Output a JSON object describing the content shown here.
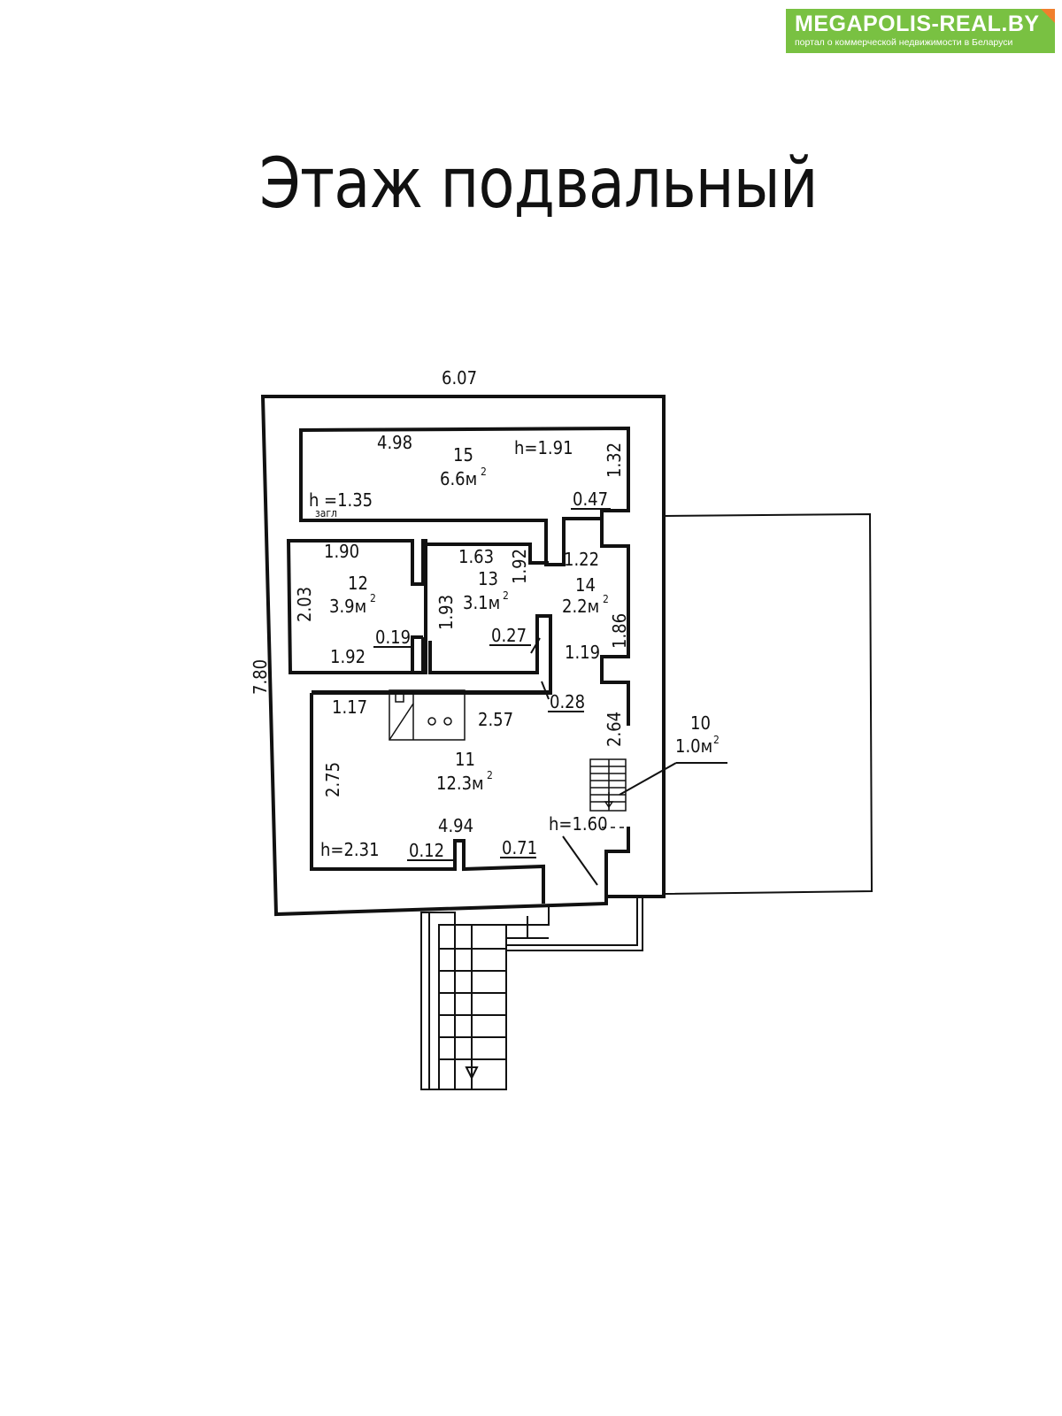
{
  "logo": {
    "brand": "MEGAPOLIS-REAL.BY",
    "tagline": "портал о коммерческой недвижимости в Беларуси",
    "colors": {
      "background": "#79c142",
      "corner": "#f07f2d",
      "text": "#ffffff"
    }
  },
  "title": "Этаж подвальный",
  "plan": {
    "overall": {
      "width": "6.07",
      "height": "7.80"
    },
    "rooms": [
      {
        "number": "15",
        "area": "6.6м",
        "height": "h=1.91",
        "sub_height_label": "h",
        "sub_height_value": "=1.35",
        "sub_height_note": "загл"
      },
      {
        "number": "12",
        "area": "3.9м"
      },
      {
        "number": "13",
        "area": "3.1м"
      },
      {
        "number": "14",
        "area": "2.2м"
      },
      {
        "number": "11",
        "area": "12.3м",
        "heights": [
          "h=2.31",
          "h=1.60"
        ]
      },
      {
        "number": "10",
        "area": "1.0м"
      }
    ],
    "area_unit_superscript": "2",
    "dimensions": {
      "r15_top": "4.98",
      "r15_right": "1.32",
      "r15_door": "0.47",
      "r12_top": "1.90",
      "r12_left": "2.03",
      "r12_bottom": "1.92",
      "r12_door": "0.19",
      "r13_top": "1.63",
      "r13_right": "1.92",
      "r13_left": "1.93",
      "r13_door": "0.27",
      "r14_top": "1.22",
      "r14_mid": "1.19",
      "r14_right": "1.86",
      "corridor_door": "0.28",
      "r11_top_left": "1.17",
      "r11_top_right": "2.57",
      "r11_left": "2.75",
      "r11_bottom": "4.94",
      "r11_niche": "0.12",
      "r11_door": "0.71",
      "r10_side": "2.64"
    }
  }
}
